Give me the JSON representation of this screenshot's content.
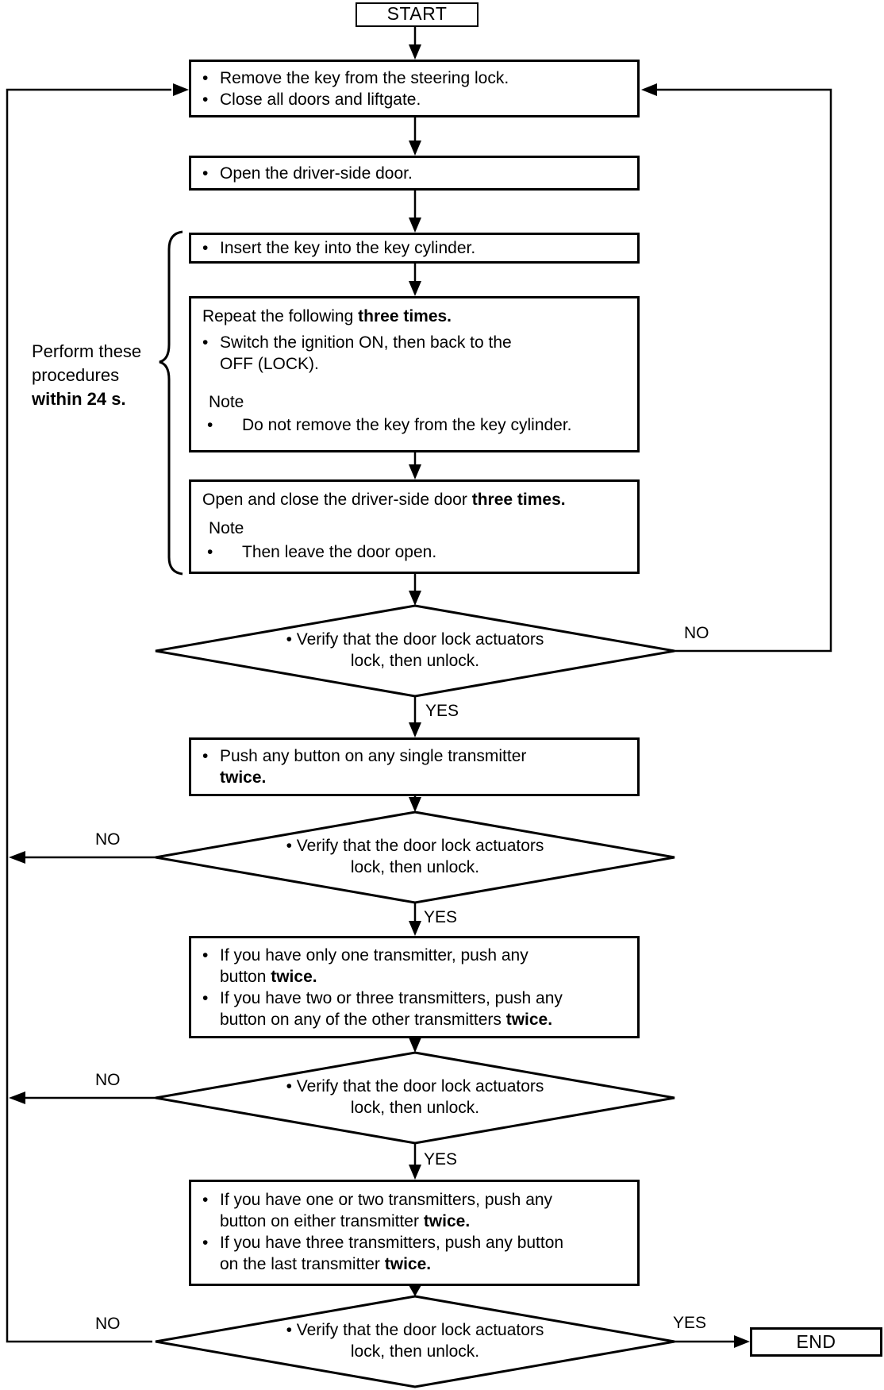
{
  "colors": {
    "line": "#000000",
    "background": "#ffffff"
  },
  "labels": {
    "start": "START",
    "end": "END",
    "yes": "YES",
    "no": "NO",
    "note": "Note"
  },
  "side_note": {
    "line1": "Perform these",
    "line2": "procedures",
    "line3_bold": "within 24 s."
  },
  "decision": {
    "line1": "Verify that the door lock actuators",
    "line2": "lock, then unlock."
  },
  "steps": {
    "box1": {
      "bullet1": "Remove the key from the steering lock.",
      "bullet2": "Close all doors and liftgate."
    },
    "box2": {
      "bullet": "Open the driver-side door."
    },
    "box3": {
      "bullet": "Insert the key into the key cylinder."
    },
    "box4": {
      "heading_pre": "Repeat the following ",
      "heading_bold": "three times.",
      "bullet_line1": "Switch the ignition ON, then back to the",
      "bullet_line2": "OFF (LOCK).",
      "note_bullet": "Do not remove the key from the key cylinder."
    },
    "box5": {
      "heading_pre": "Open and close the driver-side door ",
      "heading_bold": "three times.",
      "note_bullet": "Then leave the door open."
    },
    "box6": {
      "line1": "Push any button on any single transmitter",
      "line2_bold": "twice."
    },
    "box7": {
      "b1_line1": "If you have only one transmitter, push any",
      "b1_line2_pre": "button ",
      "b1_line2_bold": "twice.",
      "b2_line1": "If you have two or three transmitters, push any",
      "b2_line2_pre": "button on any of the other transmitters ",
      "b2_line2_bold": "twice."
    },
    "box8": {
      "b1_line1": "If you have one or two transmitters, push any",
      "b1_line2_pre": "button on either transmitter ",
      "b1_line2_bold": "twice.",
      "b2_line1": "If you have three transmitters, push any button",
      "b2_line2_pre": "on the last transmitter ",
      "b2_line2_bold": "twice."
    }
  }
}
